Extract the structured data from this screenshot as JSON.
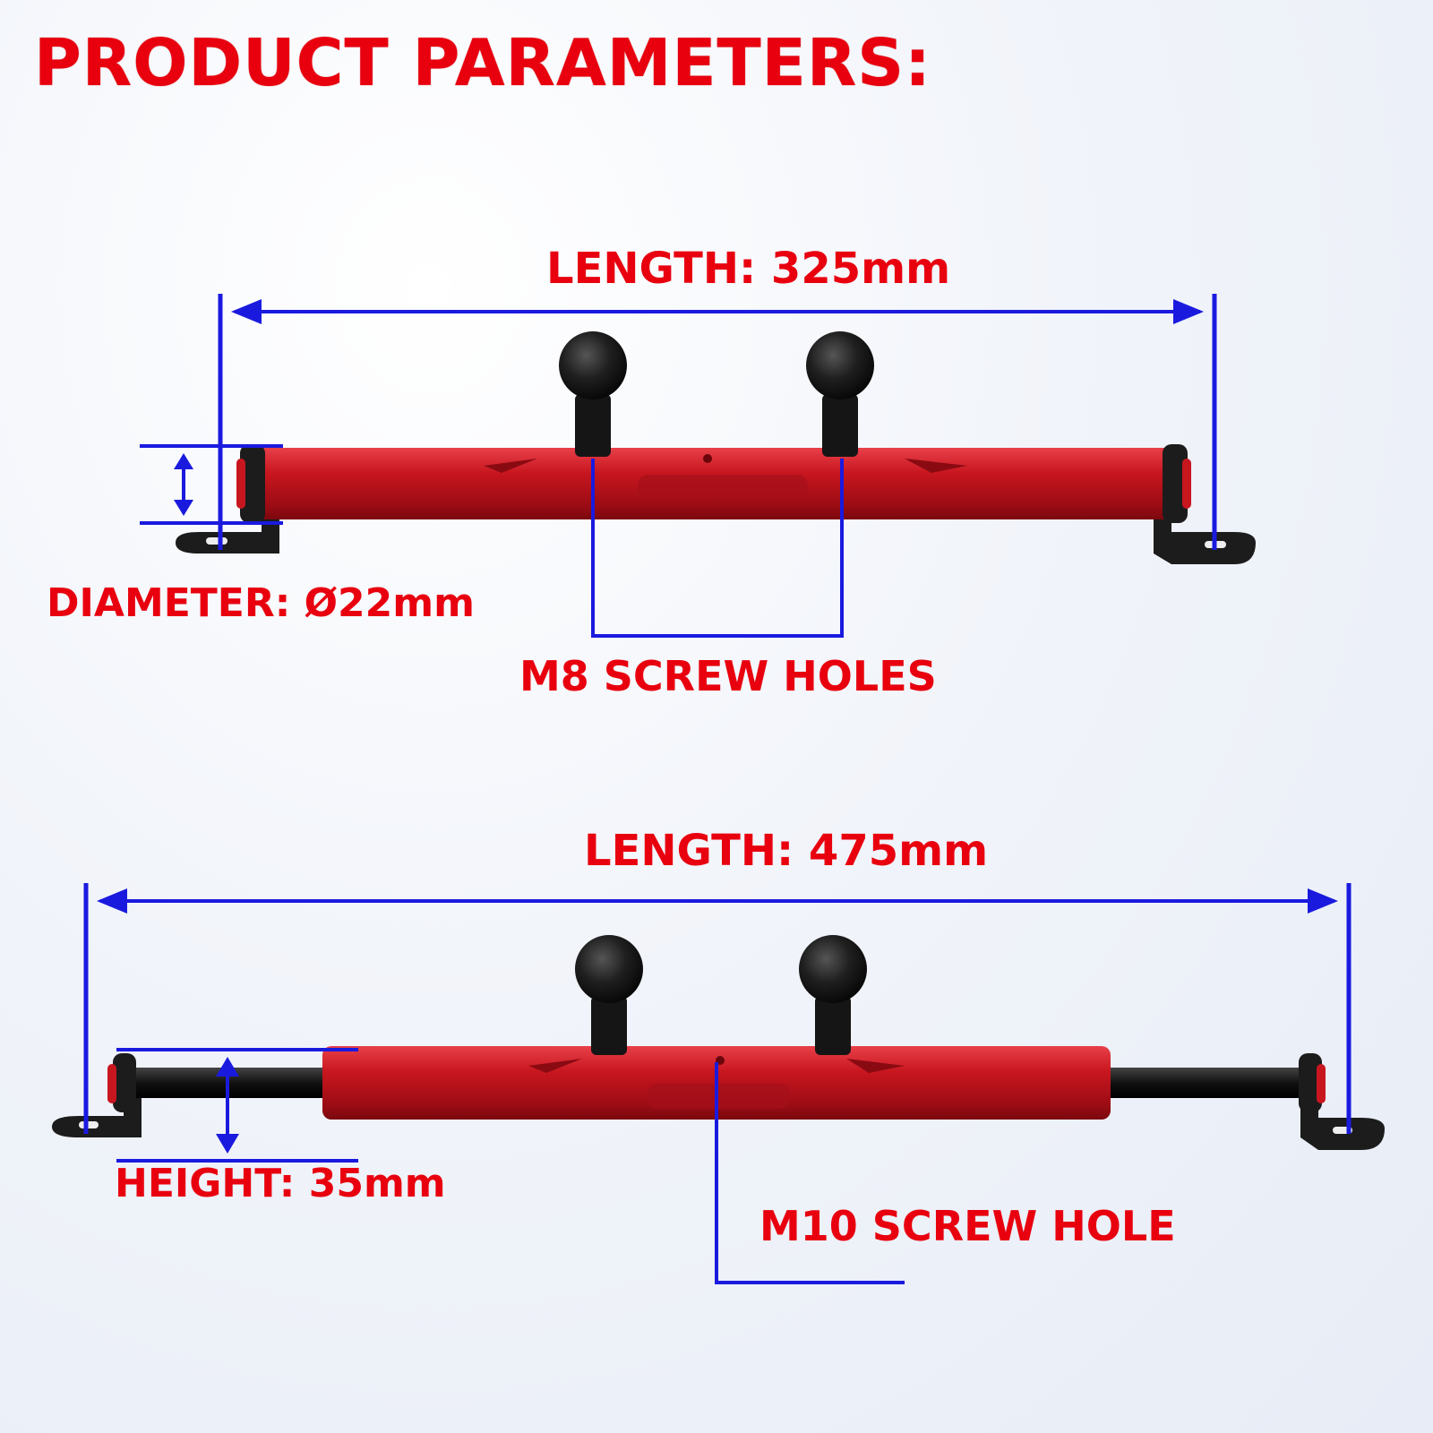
{
  "title": "PRODUCT PARAMETERS:",
  "top_bar": {
    "length_label": "LENGTH: 325mm",
    "diameter_label": "DIAMETER: Ø22mm",
    "screw_label": "M8 SCREW HOLES"
  },
  "bottom_bar": {
    "length_label": "LENGTH: 475mm",
    "height_label": "HEIGHT: 35mm",
    "screw_label": "M10 SCREW HOLE"
  },
  "colors": {
    "label": "#e8000f",
    "dimension_line": "#1a1adf",
    "tube": "#c8161f",
    "metal_black": "#1c1c1c"
  }
}
